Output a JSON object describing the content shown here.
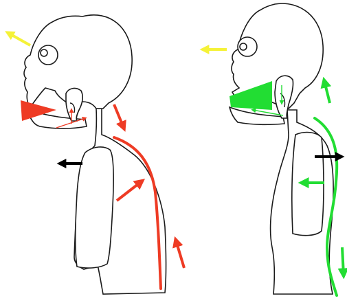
{
  "colors": {
    "outline": "#1a1a1a",
    "background": "#ffffff",
    "bad_posture_accent": "#ee3b24",
    "good_posture_accent": "#22dd33",
    "gaze_arrow": "#f5f238",
    "trunk_arrow": "#000000"
  },
  "figures": [
    {
      "id": "forward-head-posture",
      "accent": "#ee3b24",
      "gaze_direction": "up-left",
      "trunk_arrow_direction": "left"
    },
    {
      "id": "corrected-posture",
      "accent": "#22dd33",
      "gaze_direction": "left",
      "trunk_arrow_direction": "right"
    }
  ],
  "icons": {
    "gaze": "arrow-icon",
    "trunk": "arrow-icon",
    "spine_line": "curve-line"
  }
}
